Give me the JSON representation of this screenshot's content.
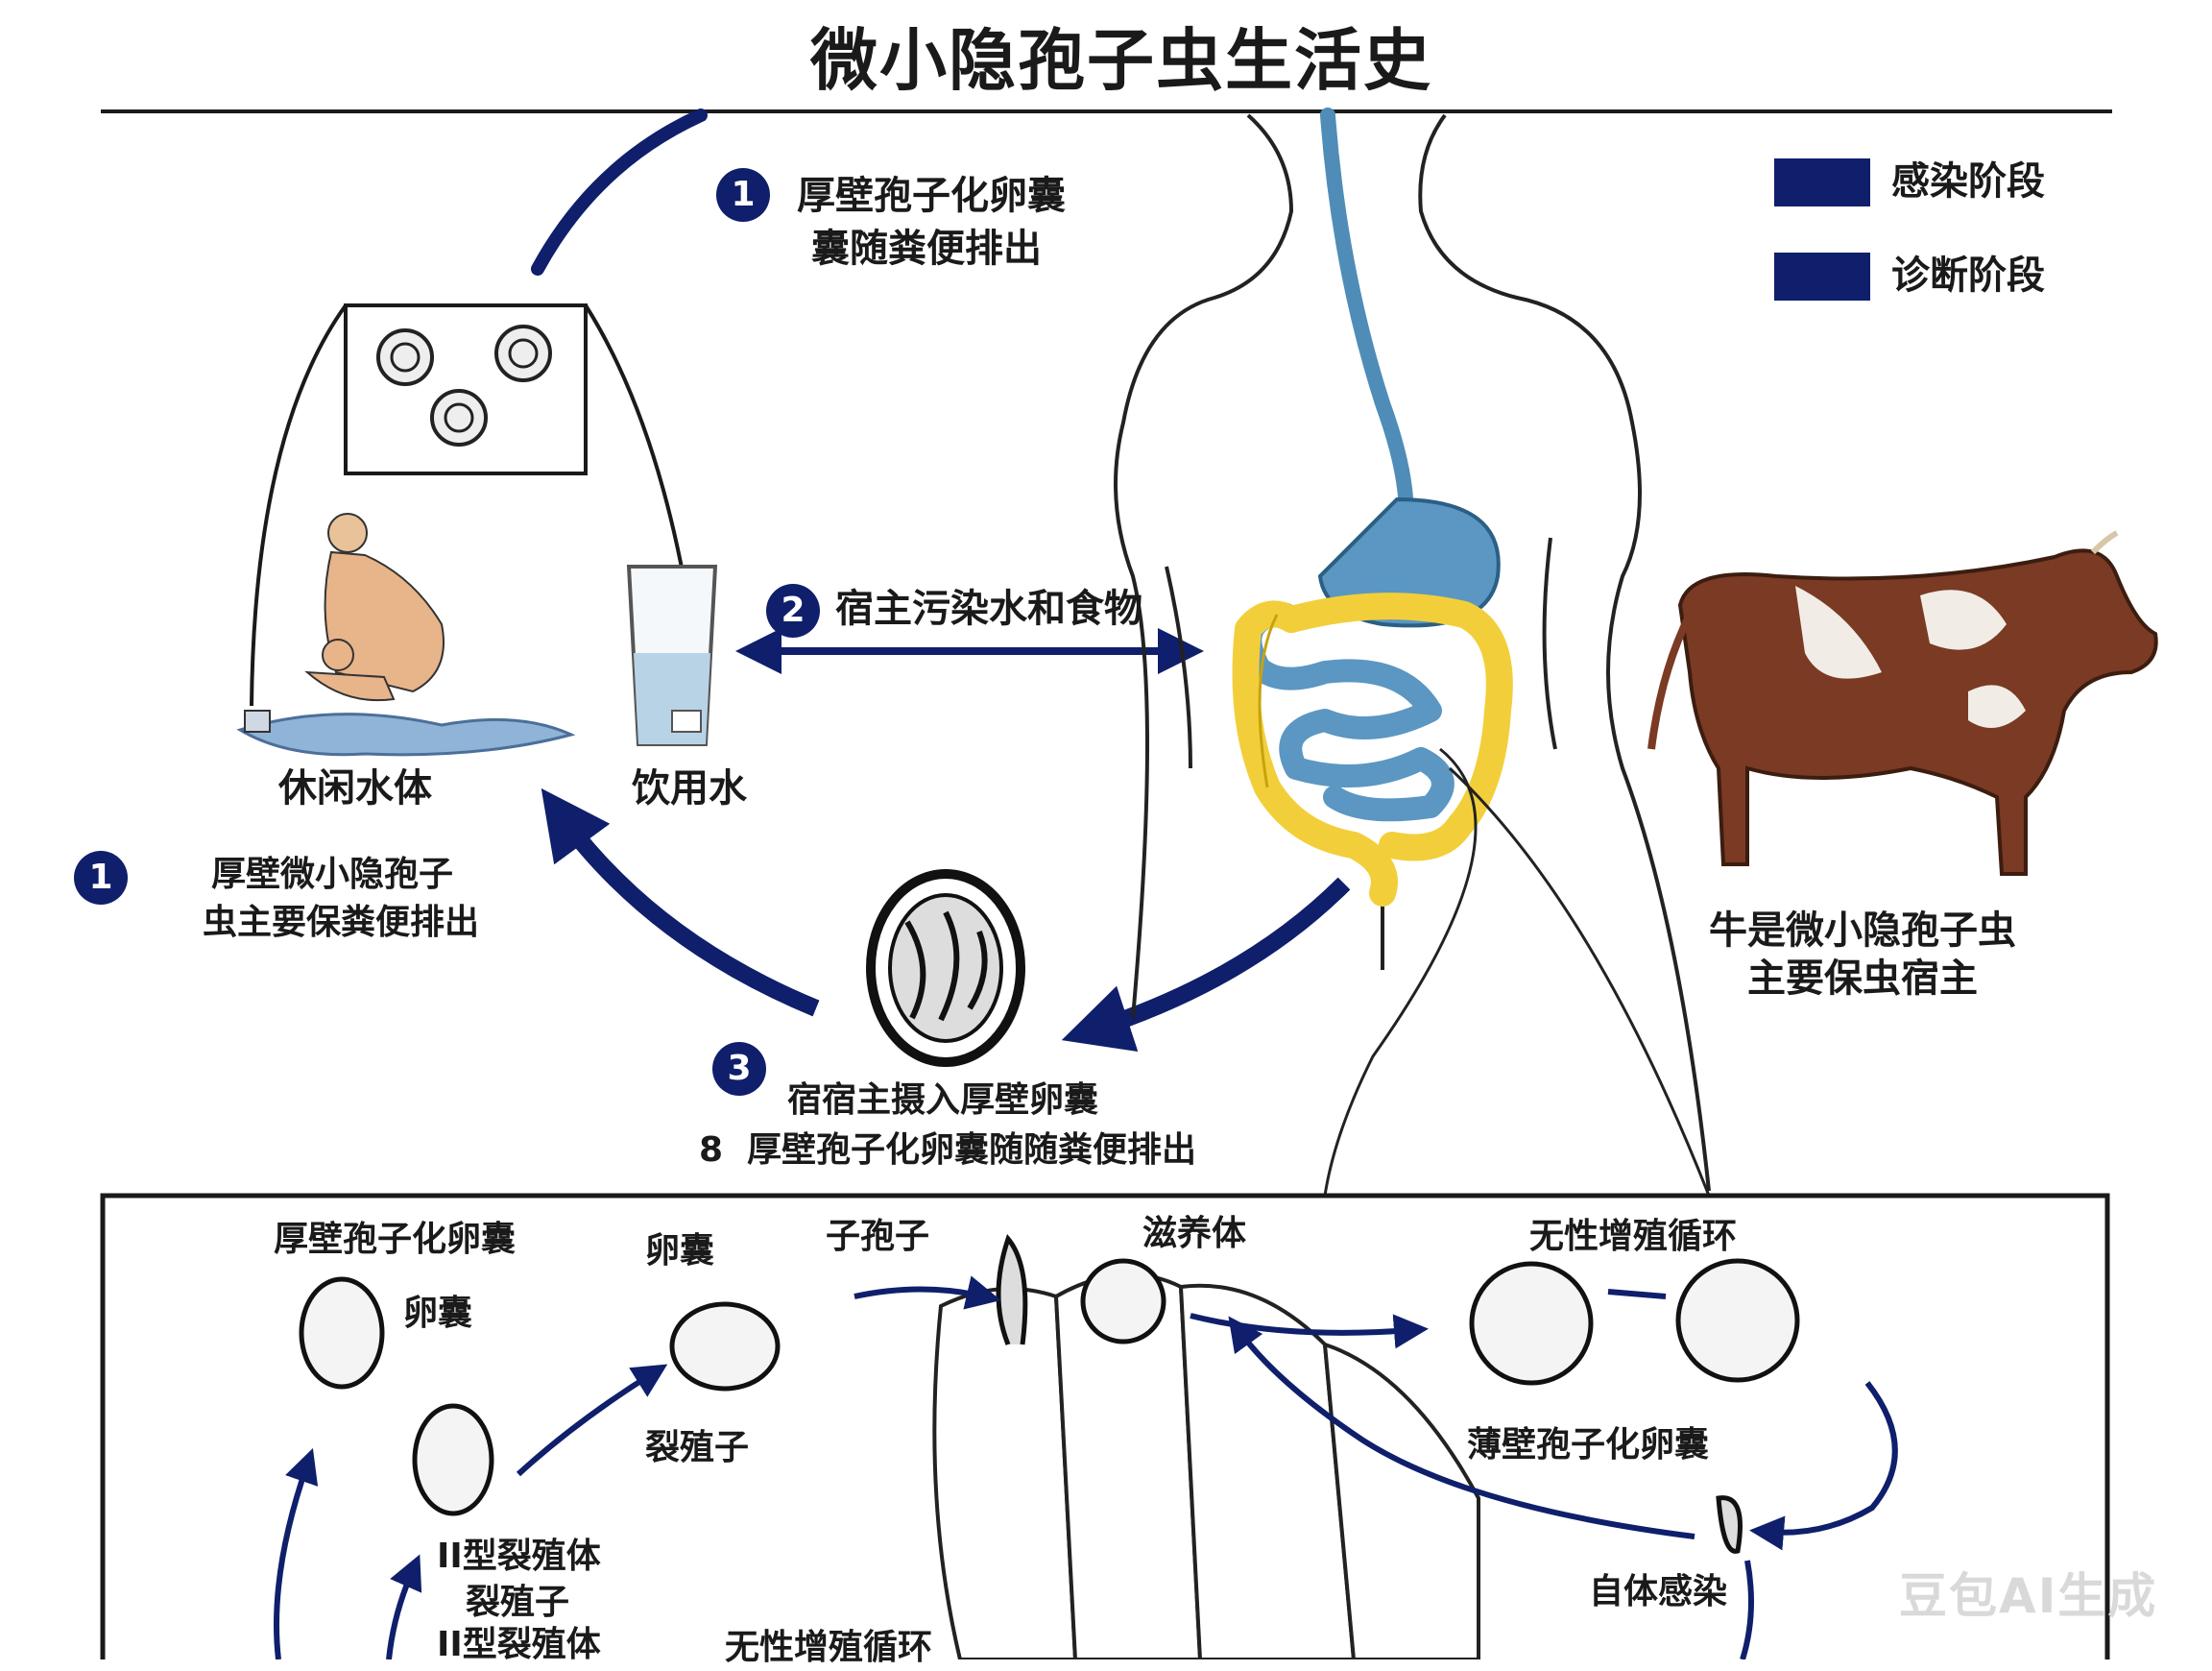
{
  "title": "微小隐孢子虫生活史",
  "legend": [
    {
      "label": "感染阶段",
      "color": "#0f1f6b"
    },
    {
      "label": "诊断阶段",
      "color": "#0f1f6b"
    }
  ],
  "steps": {
    "step1_top": {
      "badge": "1",
      "line1": "厚壁孢子化卵囊",
      "line2": "囊随粪便排出"
    },
    "step2": {
      "badge": "2",
      "text": "宿主污染水和食物"
    },
    "step1_left": {
      "badge": "1",
      "line1": "厚壁微小隐孢子",
      "line2": "虫主要保粪便排出"
    },
    "step3": {
      "badge": "3",
      "line1": "宿宿主摄入厚壁卵囊",
      "line2_prefix": "8",
      "line2": "厚壁孢子化卵囊随随粪便排出"
    }
  },
  "water": {
    "recreational": "休闲水体",
    "drinking": "饮用水"
  },
  "cow": {
    "line1": "牛是微小隐孢子虫",
    "line2": "主要保虫宿主"
  },
  "inset": {
    "thick_oocyst": "厚壁孢子化卵囊",
    "oocyst_a": "卵囊",
    "oocyst_b": "卵囊",
    "sporozoite": "子孢子",
    "trophozoite": "滋养体",
    "asexual_cycle_top": "无性增殖循环",
    "merozoite_a": "裂殖子",
    "thin_oocyst": "薄壁孢子化卵囊",
    "type2_meront_a": "II型裂殖体",
    "merozoite_b": "裂殖子",
    "type2_meront_b": "II型裂殖体",
    "asexual_cycle_bottom": "无性增殖循环",
    "autoinfection": "自体感染"
  },
  "watermark": "豆包AI生成",
  "colors": {
    "navy": "#0f1f6b",
    "gut_blue": "#4f8db8",
    "gut_yellow": "#f2cf3a",
    "cow_brown": "#7a3a23"
  }
}
